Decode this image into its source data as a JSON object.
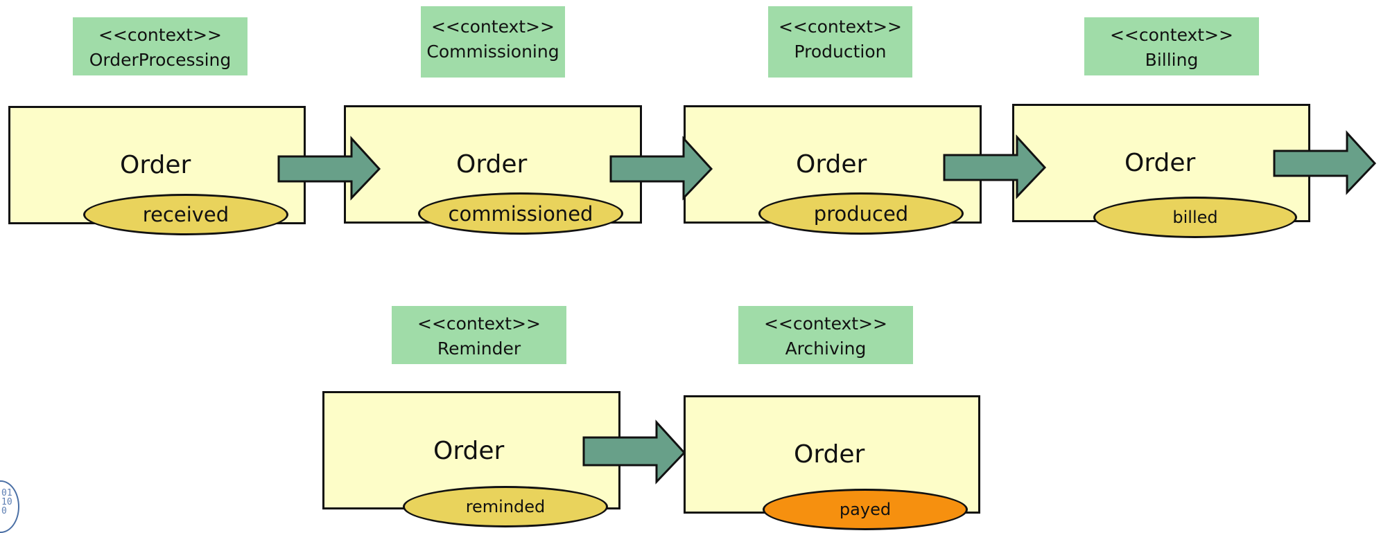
{
  "diagram": {
    "contexts": [
      {
        "stereotype": "<<context>>",
        "name": "OrderProcessing"
      },
      {
        "stereotype": "<<context>>",
        "name": "Commissioning"
      },
      {
        "stereotype": "<<context>>",
        "name": "Production"
      },
      {
        "stereotype": "<<context>>",
        "name": "Billing"
      },
      {
        "stereotype": "<<context>>",
        "name": "Reminder"
      },
      {
        "stereotype": "<<context>>",
        "name": "Archiving"
      }
    ],
    "orders": [
      {
        "title": "Order",
        "state": "received"
      },
      {
        "title": "Order",
        "state": "commissioned"
      },
      {
        "title": "Order",
        "state": "produced"
      },
      {
        "title": "Order",
        "state": "billed"
      },
      {
        "title": "Order",
        "state": "reminded"
      },
      {
        "title": "Order",
        "state": "payed"
      }
    ],
    "colors": {
      "context_fill": "#a0dca8",
      "order_fill": "#fdfdc8",
      "state_fill": "#e9d35c",
      "final_state_fill": "#f6900f",
      "arrow_fill": "#68a089"
    },
    "logo": {
      "icon": "university-seal-icon",
      "bits": [
        "01",
        "10",
        "0"
      ]
    }
  }
}
